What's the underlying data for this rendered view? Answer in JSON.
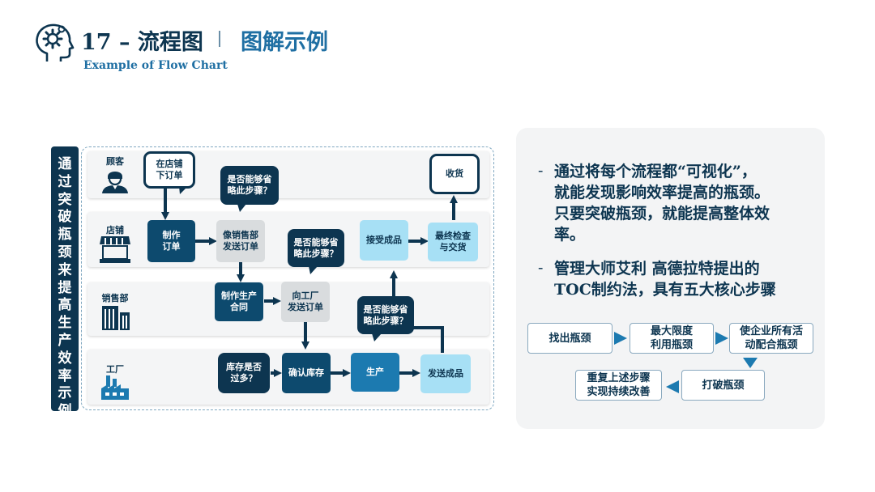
{
  "header": {
    "title": "17 – 流程图",
    "title_right": "图解示例",
    "subtitle": "Example of Flow Chart"
  },
  "side_label": [
    "通",
    "过",
    "突",
    "破",
    "瓶",
    "颈",
    "来",
    "提",
    "高",
    "生",
    "产",
    "效",
    "率",
    "示",
    "例"
  ],
  "lanes": {
    "customer": "顾客",
    "store": "店铺",
    "sales": "销售部",
    "factory": "工厂"
  },
  "flow": {
    "order_in_store": "在店铺\n下订单",
    "receive_goods": "收货",
    "q1": "是否能够省\n略此步骤？",
    "make_order": "制作\n订单",
    "send_to_sales": "像销售部\n发送订单",
    "q2": "是否能够省\n略此步骤？",
    "accept_goods": "接受成品",
    "final_check": "最终检查\n与交货",
    "make_production_contract": "制作生产\n合同",
    "send_to_factory": "向工厂\n发送订单",
    "q3": "是否能够省\n略此步骤？",
    "stock_q": "库存是否\n过多？",
    "confirm_stock": "确认库存",
    "produce": "生产",
    "ship_goods": "发送成品"
  },
  "bullets": [
    {
      "dash": "-",
      "text": "通过将每个流程都“可视化”，\n就能发现影响效率提高的瓶颈。\n只要突破瓶颈，就能提高整体效\n率。"
    },
    {
      "dash": "-",
      "text": "管理大师艾利 高德拉特提出的\nTOC制约法，具有五大核心步骤"
    }
  ],
  "steps": {
    "s1": "找出瓶颈",
    "s2": "最大限度\n利用瓶颈",
    "s3": "使企业所有活\n动配合瓶颈",
    "s4": "打破瓶颈",
    "s5": "重复上述步骤\n实现持续改善"
  },
  "colors": {
    "navy": "#0d3550",
    "dark_blue": "#0d4a6e",
    "mid_blue": "#1c7ab0",
    "light_blue": "#a7e0f5",
    "gray": "#d9dcde",
    "accent": "#1f6fa3"
  },
  "icons": {
    "header": "head-gear-icon",
    "customer": "person-icon",
    "store": "storefront-icon",
    "sales": "building-icon",
    "factory": "factory-icon"
  }
}
